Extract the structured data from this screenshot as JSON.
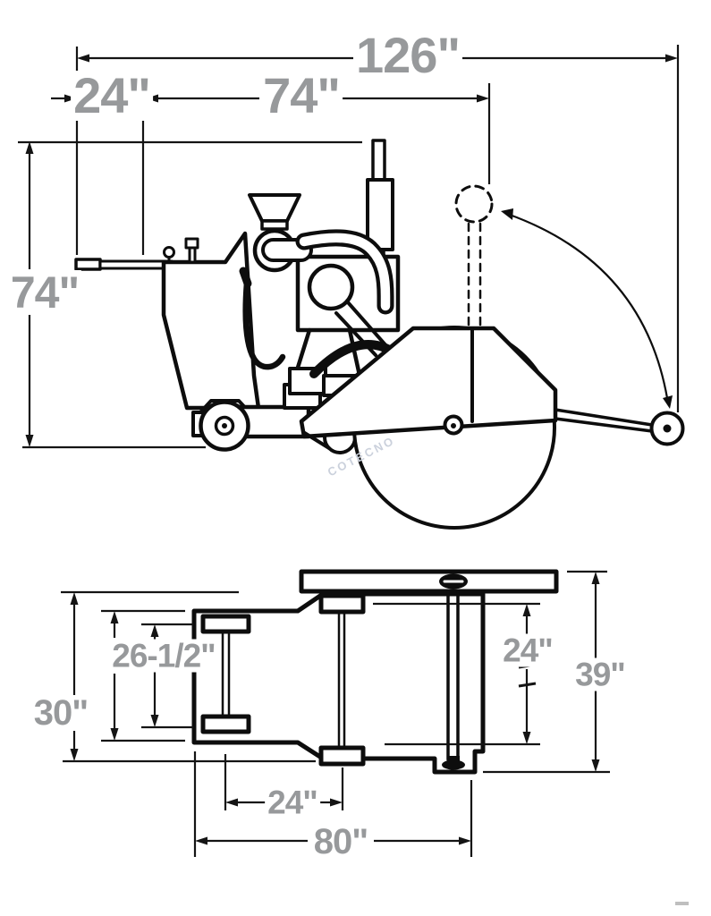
{
  "drawing": {
    "watermark": "COTECNO",
    "side_view": {
      "labels": {
        "overall_length": "126\"",
        "handle_extension": "24\"",
        "body_length": "74\"",
        "overall_height": "74\""
      }
    },
    "plan_view": {
      "labels": {
        "wheel_track": "26-1/2\"",
        "body_width": "30\"",
        "inner_width": "24\"",
        "overall_width": "39\"",
        "axle_spacing": "24\"",
        "frame_length": "80\""
      }
    }
  },
  "colors": {
    "line": "#0d0d0d",
    "dimension_text": "#97999b",
    "watermark": "#cbd1dc"
  }
}
